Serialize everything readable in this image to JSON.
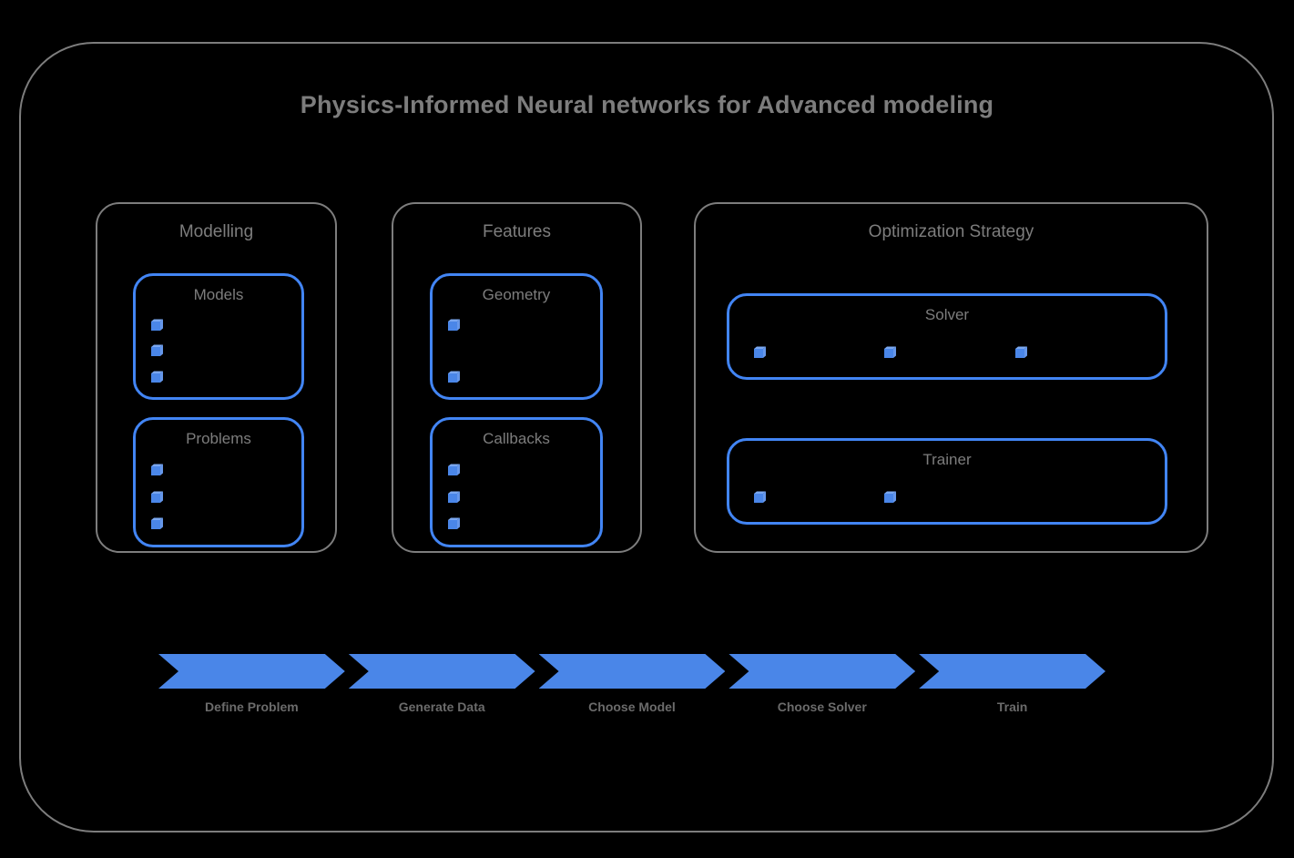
{
  "title": "Physics-Informed Neural networks for Advanced modeling",
  "colors": {
    "background": "#000000",
    "frame_border": "#7d7d7d",
    "accent_blue": "#4285f4",
    "arrow_blue": "#4a86e8",
    "title_text": "#7d7d7d",
    "label_text": "#6b6b6b"
  },
  "groups": [
    {
      "id": "modelling",
      "title": "Modelling",
      "cards": [
        {
          "id": "models",
          "title": "Models",
          "layout": "vertical",
          "slots": 3,
          "items": [
            {
              "slot": 0,
              "icon": "cube-icon",
              "label": ""
            },
            {
              "slot": 1,
              "icon": "cube-icon",
              "label": ""
            },
            {
              "slot": 2,
              "icon": "cube-icon",
              "label": ""
            }
          ]
        },
        {
          "id": "problems",
          "title": "Problems",
          "layout": "vertical",
          "slots": 3,
          "items": [
            {
              "slot": 0,
              "icon": "cube-icon",
              "label": ""
            },
            {
              "slot": 1,
              "icon": "cube-icon",
              "label": ""
            },
            {
              "slot": 2,
              "icon": "cube-icon",
              "label": ""
            }
          ]
        }
      ]
    },
    {
      "id": "features",
      "title": "Features",
      "cards": [
        {
          "id": "geometry",
          "title": "Geometry",
          "layout": "vertical",
          "slots": 3,
          "items": [
            {
              "slot": 0,
              "icon": "cube-icon",
              "label": ""
            },
            {
              "slot": 2,
              "icon": "cube-icon",
              "label": ""
            }
          ]
        },
        {
          "id": "callbacks",
          "title": "Callbacks",
          "layout": "vertical",
          "slots": 3,
          "items": [
            {
              "slot": 0,
              "icon": "cube-icon",
              "label": ""
            },
            {
              "slot": 1,
              "icon": "cube-icon",
              "label": ""
            },
            {
              "slot": 2,
              "icon": "cube-icon",
              "label": ""
            }
          ]
        }
      ]
    },
    {
      "id": "optimization-strategy",
      "title": "Optimization Strategy",
      "cards": [
        {
          "id": "solver",
          "title": "Solver",
          "layout": "horizontal",
          "slots": 3,
          "items": [
            {
              "slot": 0,
              "icon": "cube-icon",
              "label": ""
            },
            {
              "slot": 1,
              "icon": "cube-icon",
              "label": ""
            },
            {
              "slot": 2,
              "icon": "cube-icon",
              "label": ""
            }
          ]
        },
        {
          "id": "trainer",
          "title": "Trainer",
          "layout": "horizontal",
          "slots": 3,
          "items": [
            {
              "slot": 0,
              "icon": "cube-icon",
              "label": ""
            },
            {
              "slot": 1,
              "icon": "cube-icon",
              "label": ""
            }
          ]
        }
      ]
    }
  ],
  "pipeline": {
    "steps": [
      {
        "label": "Define Problem"
      },
      {
        "label": "Generate Data"
      },
      {
        "label": "Choose Model"
      },
      {
        "label": "Choose Solver"
      },
      {
        "label": "Train"
      }
    ]
  }
}
